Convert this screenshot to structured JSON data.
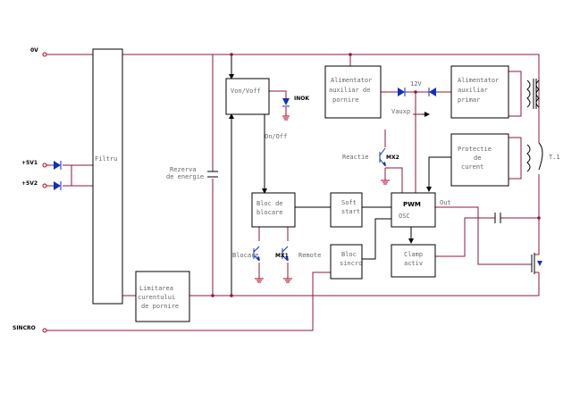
{
  "inputs": {
    "ov": "0V",
    "plus5v1": "+5V1",
    "plus5v2": "+5V2",
    "sincro": "SINCRO"
  },
  "blocks": {
    "filtru": "Filtru",
    "limitarea": [
      "Limitarea",
      "curentului",
      "de pornire"
    ],
    "rezerva": [
      "Rezerva",
      "de energie"
    ],
    "von_voff": "Von/Voff",
    "bloc_blocare": [
      "Bloc de",
      "blocare"
    ],
    "soft_start": [
      "Soft",
      "start"
    ],
    "bloc_sincro": [
      "Bloc",
      "sincro"
    ],
    "pwm": "PWM",
    "osc": "OSC",
    "clamp": [
      "Clamp",
      "activ"
    ],
    "alim_pornire": [
      "Alimentator",
      "auxiliar de",
      "pornire"
    ],
    "alim_primar": [
      "Alimentator",
      "auxiliar",
      "primar"
    ],
    "protectie": [
      "Protectie",
      "de",
      "curent"
    ]
  },
  "labels": {
    "inok": "INOK",
    "on_off": "On/Off",
    "reactie": "Reactie",
    "mx2": "MX2",
    "mx1": "MX1",
    "blocare": "Blocare",
    "remote": "Remote",
    "v12": "12V",
    "vauxp": "Vauxp",
    "out": "Out",
    "t1": "T.1"
  }
}
